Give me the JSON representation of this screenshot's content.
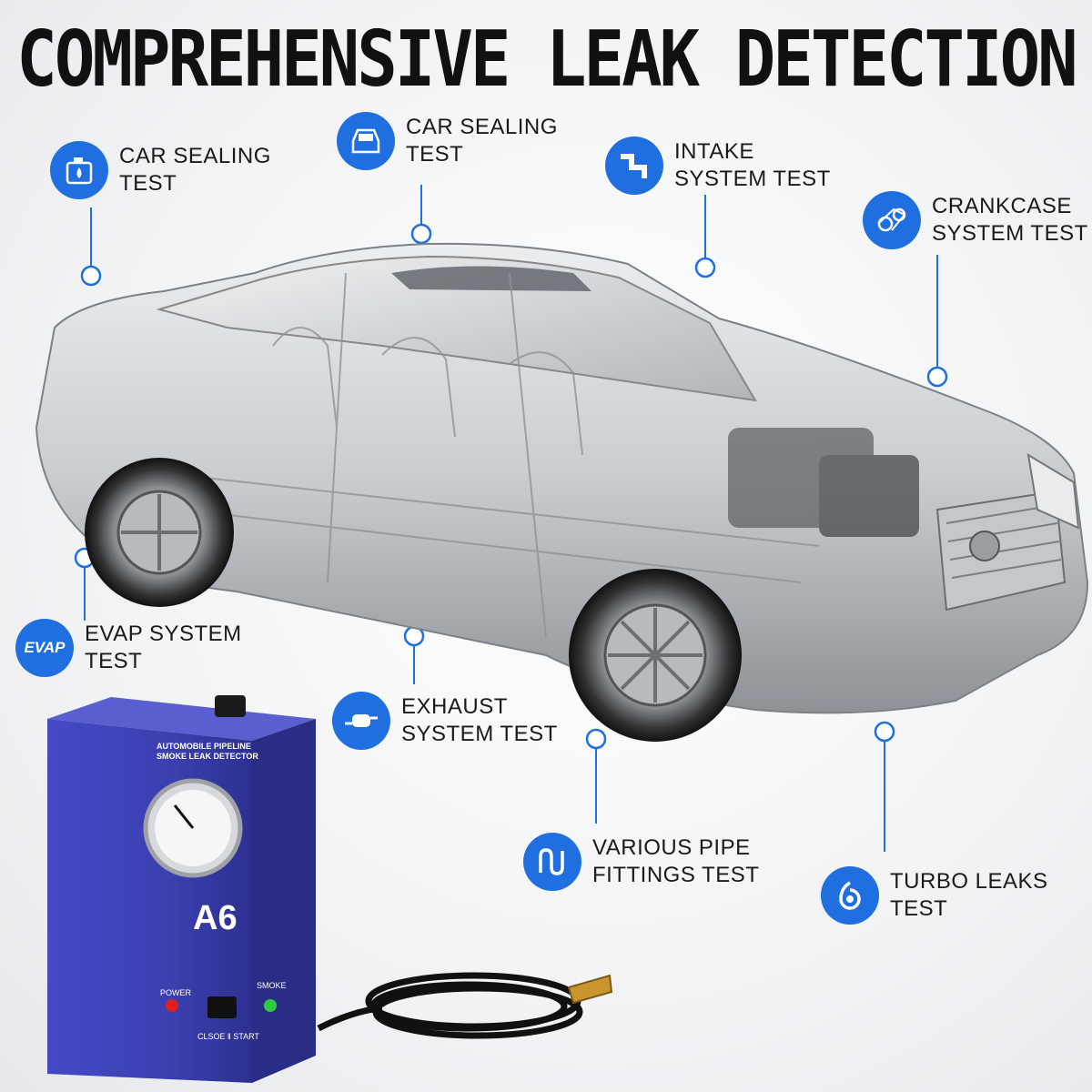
{
  "title": "COMPREHENSIVE LEAK DETECTION",
  "features": [
    {
      "id": "car-sealing-1",
      "line1": "CAR SEALING",
      "line2": "TEST",
      "icon": "fluid-reservoir-icon"
    },
    {
      "id": "car-sealing-2",
      "line1": "CAR SEALING",
      "line2": "TEST",
      "icon": "car-front-icon"
    },
    {
      "id": "intake",
      "line1": "INTAKE",
      "line2": "SYSTEM TEST",
      "icon": "pipe-icon"
    },
    {
      "id": "crankcase",
      "line1": "CRANKCASE",
      "line2": "SYSTEM TEST",
      "icon": "belt-pulley-icon"
    },
    {
      "id": "evap",
      "line1": "EVAP SYSTEM",
      "line2": "TEST",
      "icon": "evap-icon",
      "icon_text": "EVAP"
    },
    {
      "id": "exhaust",
      "line1": "EXHAUST",
      "line2": "SYSTEM TEST",
      "icon": "muffler-icon"
    },
    {
      "id": "pipe-fittings",
      "line1": "VARIOUS PIPE",
      "line2": "FITTINGS TEST",
      "icon": "coiled-pipe-icon"
    },
    {
      "id": "turbo",
      "line1": "TURBO LEAKS",
      "line2": "TEST",
      "icon": "turbo-icon"
    }
  ],
  "device": {
    "brand_line1": "AUTOMOBILE PIPELINE",
    "brand_line2": "SMOKE LEAK DETECTOR",
    "model": "A6",
    "power_label": "POWER",
    "smoke_label": "SMOKE",
    "switch_label": "CLSOE ‖ START"
  },
  "colors": {
    "accent": "#1f6fe0",
    "device_blue": "#3b3fb0",
    "title": "#111111"
  }
}
